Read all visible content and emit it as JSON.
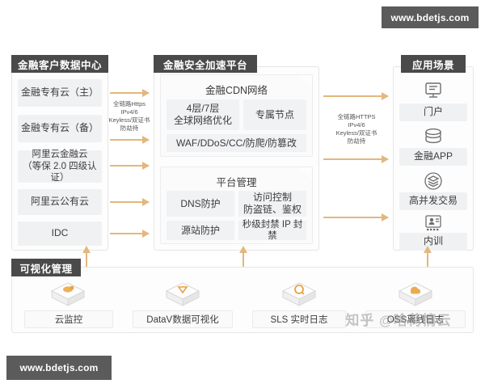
{
  "watermarks": {
    "top_right": "www.bdetjs.com",
    "bottom_left": "www.bdetjs.com",
    "overlay": "知乎 @啥荷情云"
  },
  "left_panel": {
    "title": "金融客户数据中心",
    "items": [
      {
        "label": "金融专有云（主）"
      },
      {
        "label": "金融专有云（备）"
      },
      {
        "label_line1": "阿里云金融云",
        "label_line2": "（等保 2.0 四级认证）"
      },
      {
        "label": "阿里云公有云"
      },
      {
        "label": "IDC"
      }
    ]
  },
  "link_left": {
    "line1": "全链路Https",
    "line2": "IPv4/6",
    "line3": "Keyless/双证书",
    "line4": "防劫持"
  },
  "link_right": {
    "line1": "全链路HTTPS",
    "line2": "IPv4/6",
    "line3": "Keyless/双证书",
    "line4": "防劫持"
  },
  "middle_panel": {
    "title": "金融安全加速平台",
    "cdn": {
      "title": "金融CDN网络",
      "chips": [
        {
          "label_line1": "4层/7层",
          "label_line2": "全球网络优化"
        },
        {
          "label": "专属节点"
        },
        {
          "label": "WAF/DDoS/CC/防爬/防篡改"
        }
      ]
    },
    "management": {
      "title": "平台管理",
      "chips": [
        {
          "label": "DNS防护"
        },
        {
          "label_line1": "访问控制",
          "label_line2": "防盗链、鉴权"
        },
        {
          "label": "源站防护"
        },
        {
          "label": "秒级封禁 IP 封禁"
        }
      ]
    }
  },
  "right_panel": {
    "title": "应用场景",
    "items": [
      {
        "label": "门户",
        "icon": "monitor-icon"
      },
      {
        "label": "金融APP",
        "icon": "stacked-disks-icon"
      },
      {
        "label": "高并发交易",
        "icon": "circled-layers-icon"
      },
      {
        "label": "内训",
        "icon": "training-board-icon"
      }
    ]
  },
  "bottom_panel": {
    "title": "可视化管理",
    "items": [
      {
        "label": "云监控",
        "icon": "cube-monitor-icon"
      },
      {
        "label": "DataV数据可视化",
        "icon": "cube-datav-icon"
      },
      {
        "label": "SLS 实时日志",
        "icon": "cube-sls-icon"
      },
      {
        "label": "OSS离线日志",
        "icon": "cube-oss-icon"
      }
    ]
  },
  "colors": {
    "header_bg": "#4a4a4a",
    "arrow": "#e3b77d",
    "cell_bg": "#f0f1f3",
    "panel_bg": "#fdfdfd",
    "icon_accent": "#e8a33d"
  }
}
